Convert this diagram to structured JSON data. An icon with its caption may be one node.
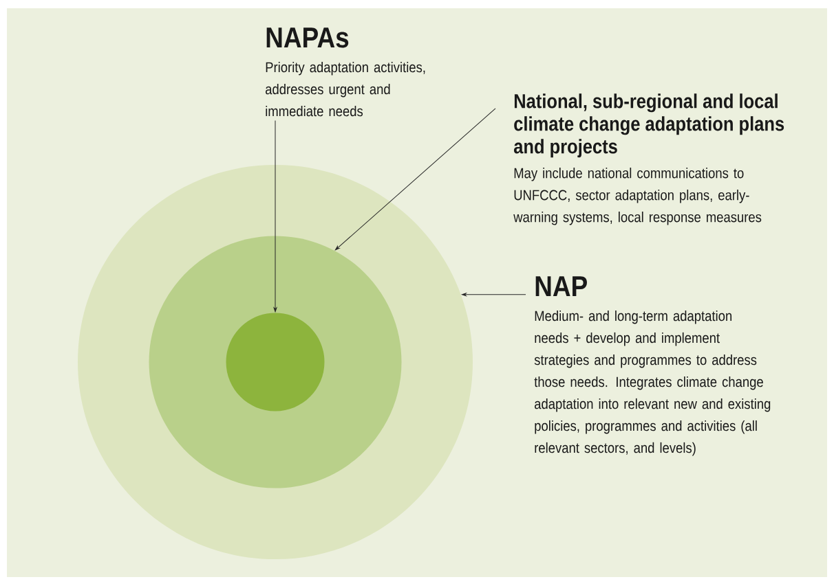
{
  "diagram": {
    "nodes": [
      {
        "text": [
          "NAPAs",
          "Priority adaptation activities, addresses urgent and immediate needs"
        ]
      },
      {
        "text": [
          "National, sub-regional and local climate change adaptation plans and projects",
          "May include national communications to UNFCCC, sector adaptation plans, early-warning systems, local response measures"
        ]
      },
      {
        "text": [],
        "shape": "circle"
      },
      {
        "text": [],
        "shape": "circle",
        "in": 2
      },
      {
        "text": [],
        "shape": "circle",
        "in": 3
      },
      {
        "text": [
          "NAP",
          "Medium- and long-term adaptation needs + develop and implement strategies and programmes to address those needs. Integrates climate change adaptation into relevant new and existing policies, programmes and activities (all relevant sectors, and levels)"
        ]
      }
    ],
    "edges": [
      {
        "from": 0,
        "to": 4,
        "arrow": "to"
      },
      {
        "from": 1,
        "to": 3,
        "arrow": "to"
      },
      {
        "from": 5,
        "to": 2,
        "arrow": "to"
      }
    ]
  }
}
